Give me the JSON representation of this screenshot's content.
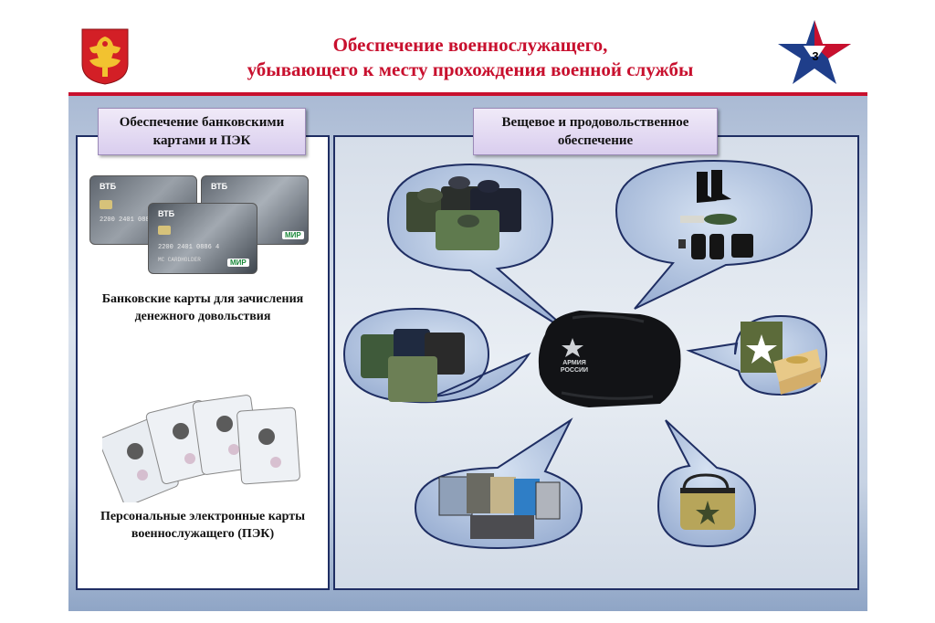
{
  "slide": {
    "title_line1": "Обеспечение военнослужащего,",
    "title_line2": "убывающего к месту прохождения военной службы",
    "page_number": "3"
  },
  "left_panel": {
    "header": "Обеспечение банковскими картами и ПЭК",
    "bank_caption": "Банковские карты для зачисления денежного довольствия",
    "pek_caption": "Персональные электронные карты военнослужащего (ПЭК)",
    "card_brand": "ВТБ",
    "card_number": "2200 2401 0886 4",
    "card_holder": "MC CARDHOLDER",
    "card_system": "МИР"
  },
  "right_panel": {
    "header": "Вещевое и продовольственное обеспечение",
    "bag_text": "АРМИЯ РОССИИ"
  },
  "colors": {
    "title_red": "#c8102e",
    "frame_navy": "#1f2e63",
    "star_blue": "#1f3e8a",
    "header_lavender": "#d9cdee"
  }
}
